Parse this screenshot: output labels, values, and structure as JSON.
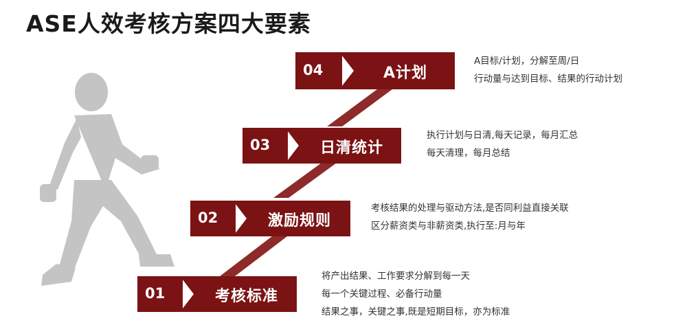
{
  "title": "ASE人效考核方案四大要素",
  "colors": {
    "primary": "#7b1214",
    "connector": "#8e2a2a",
    "figure": "#c4c4c4"
  },
  "steps": [
    {
      "num": "01",
      "label": "考核标准",
      "desc": [
        "将产出结果、工作要求分解到每一天",
        "每一个关键过程、必备行动量",
        "结果之事，关键之事,既是短期目标，亦为标准"
      ]
    },
    {
      "num": "02",
      "label": "激励规则",
      "desc": [
        "考核结果的处理与驱动方法,是否同利益直接关联",
        "区分薪资类与非薪资类,执行至:月与年"
      ]
    },
    {
      "num": "03",
      "label": "日清统计",
      "desc": [
        "执行计划与日清,每天记录，每月汇总",
        "每天清理，每月总结"
      ]
    },
    {
      "num": "04",
      "label": "A计划",
      "desc": [
        "A目标/计划，分解至周/日",
        "行动量与达到目标、结果的行动计划"
      ]
    }
  ]
}
